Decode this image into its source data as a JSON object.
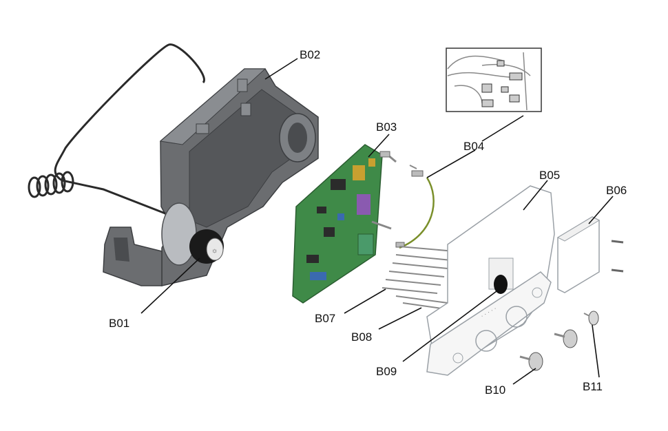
{
  "labels": {
    "b01": "B01",
    "b02": "B02",
    "b03": "B03",
    "b04": "B04",
    "b05": "B05",
    "b06": "B06",
    "b07": "B07",
    "b08": "B08",
    "b09": "B09",
    "b10": "B10",
    "b11": "B11"
  },
  "colors": {
    "housing": "#6b6d70",
    "housing_dark": "#4a4c4f",
    "pcb": "#3f8a48",
    "wire": "#6a8a2a",
    "panel_outline": "#9aa0a6",
    "knob": "#1a1a1a"
  }
}
